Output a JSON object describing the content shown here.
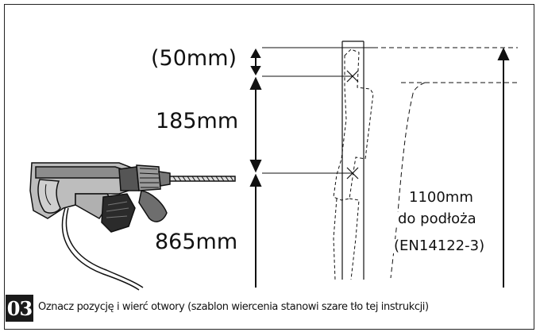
{
  "diagram": {
    "dimensions": {
      "top_offset": "(50mm)",
      "hole_spacing": "185mm",
      "lower_hole_height": "865mm"
    },
    "total_height": {
      "value": "1100mm",
      "reference": "do podłoża",
      "standard": "(EN14122-3)"
    }
  },
  "step": {
    "number": "03",
    "instruction": "Oznacz pozycję i wierć otwory (szablon wiercenia stanowi szare tło tej instrukcji)"
  }
}
